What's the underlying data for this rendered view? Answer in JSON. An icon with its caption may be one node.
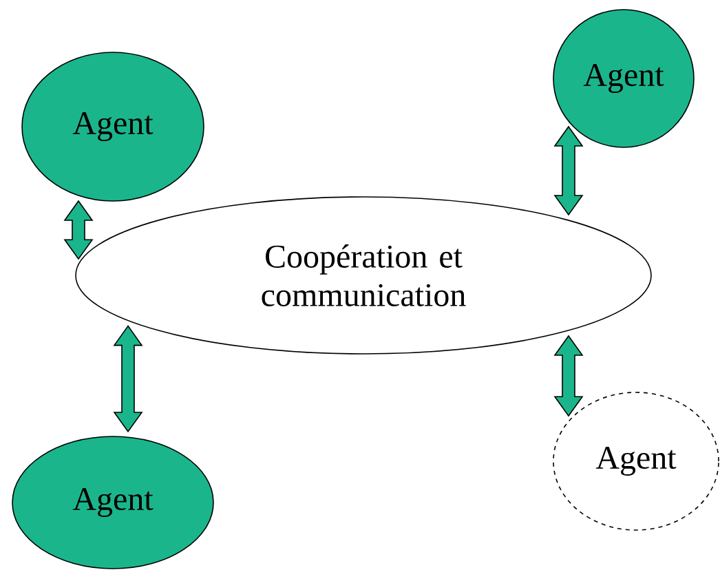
{
  "diagram": {
    "nodes": [
      {
        "text": [
          "Agent"
        ]
      },
      {
        "text": [
          "Agent"
        ]
      },
      {
        "text": [
          "Coopération et communication"
        ]
      },
      {
        "text": [
          "Agent"
        ]
      },
      {
        "text": [
          "Agent"
        ]
      }
    ],
    "edges": [
      {
        "from": 0,
        "to": 2,
        "arrow": "both"
      },
      {
        "from": 1,
        "to": 2,
        "arrow": "both"
      },
      {
        "from": 2,
        "to": 3,
        "arrow": "both"
      },
      {
        "from": 2,
        "to": 4,
        "arrow": "both"
      }
    ]
  }
}
